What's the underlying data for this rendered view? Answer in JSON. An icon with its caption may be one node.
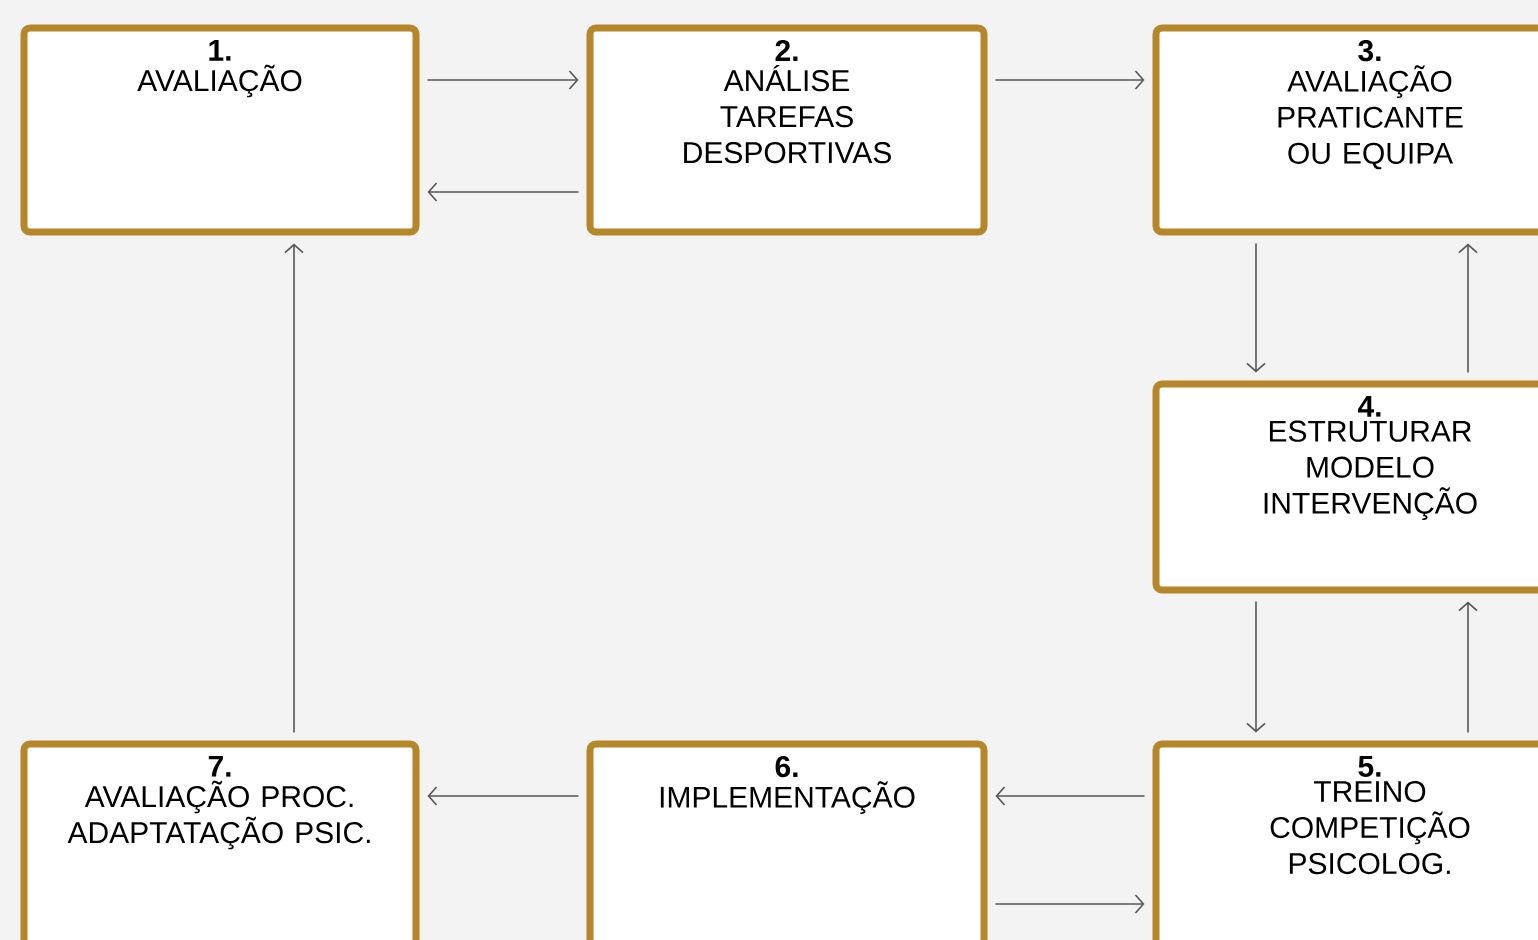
{
  "diagram": {
    "nodes": [
      {
        "text": [
          "1.",
          "AVALIAÇÃO"
        ]
      },
      {
        "text": [
          "2.",
          "ANÁLISE TAREFAS DESPORTIVAS"
        ]
      },
      {
        "text": [
          "3.",
          "AVALIAÇÃO PRATICANTE OU EQUIPA"
        ]
      },
      {
        "text": [
          "4.",
          "ESTRUTURAR MODELO INTERVENÇÃO"
        ]
      },
      {
        "text": [
          "5.",
          "TREINO COMPETIÇÃO PSICOLOG."
        ]
      },
      {
        "text": [
          "6.",
          "IMPLEMENTAÇÃO"
        ]
      },
      {
        "text": [
          "7.",
          "AVALIAÇÃO PROC. ADAPTATAÇÃO PSIC."
        ]
      }
    ],
    "edges": [
      {
        "from": 0,
        "to": 1,
        "arrow": "to"
      },
      {
        "from": 1,
        "to": 0,
        "arrow": "to"
      },
      {
        "from": 1,
        "to": 2,
        "arrow": "to"
      },
      {
        "from": 2,
        "to": 3,
        "arrow": "to"
      },
      {
        "from": 3,
        "to": 2,
        "arrow": "to"
      },
      {
        "from": 3,
        "to": 4,
        "arrow": "to"
      },
      {
        "from": 4,
        "to": 3,
        "arrow": "to"
      },
      {
        "from": 4,
        "to": 5,
        "arrow": "to"
      },
      {
        "from": 5,
        "to": 4,
        "arrow": "to"
      },
      {
        "from": 5,
        "to": 6,
        "arrow": "to"
      },
      {
        "from": 6,
        "to": 0,
        "arrow": "to"
      }
    ]
  }
}
